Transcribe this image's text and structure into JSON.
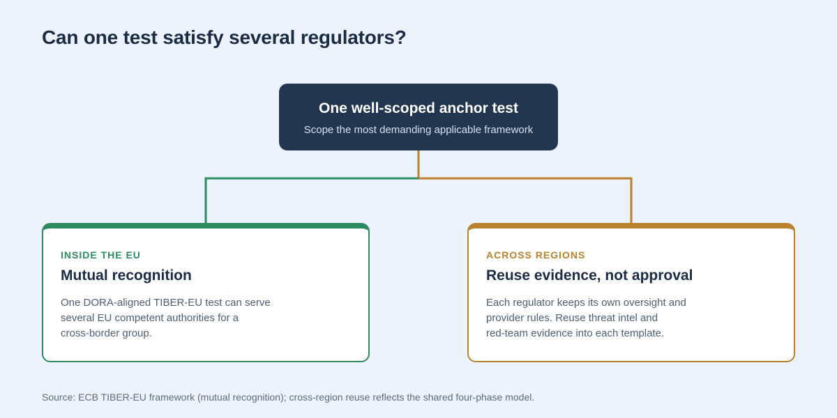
{
  "title": "Can one test satisfy several regulators?",
  "anchor": {
    "title": "One well-scoped anchor test",
    "subtitle": "Scope the most demanding applicable framework"
  },
  "cards": [
    {
      "eyebrow": "INSIDE THE EU",
      "heading": "Mutual recognition",
      "body_lines": [
        "One DORA-aligned TIBER-EU test can serve",
        "several EU competent authorities for a",
        "cross-border group."
      ]
    },
    {
      "eyebrow": "ACROSS REGIONS",
      "heading": "Reuse evidence, not approval",
      "body_lines": [
        "Each regulator keeps its own oversight and",
        "provider rules. Reuse threat intel and",
        "red-team evidence into each template."
      ]
    }
  ],
  "source": "Source: ECB TIBER-EU framework (mutual recognition); cross-region reuse reflects the shared four-phase model.",
  "colors": {
    "background": "#edf3fc",
    "anchor_fill": "#233650",
    "eu_green": "#2e8b5f",
    "regions_amber": "#b8822e",
    "text_dark": "#1c2b45"
  }
}
